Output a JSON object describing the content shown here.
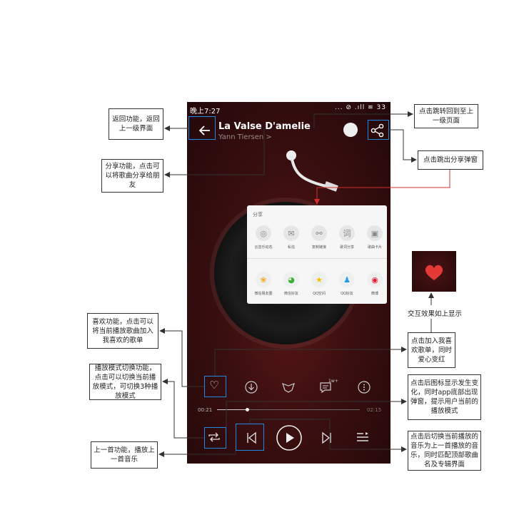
{
  "phone": {
    "status_time": "晚上7:27",
    "status_icons": "... ⊘ .ıll ≋ 33",
    "song_title": "La Valse D'amelie",
    "artist": "Yann Tiersen >",
    "share_panel": {
      "title": "分享",
      "row1": [
        {
          "icon": "netease-music-icon",
          "glyph": "◎",
          "label": "云音乐动态"
        },
        {
          "icon": "mail-icon",
          "glyph": "✉",
          "label": "私信"
        },
        {
          "icon": "link-icon",
          "glyph": "⚯",
          "label": "复制链接"
        },
        {
          "icon": "lyrics-icon",
          "glyph": "词",
          "label": "歌词分享"
        },
        {
          "icon": "image-icon",
          "glyph": "▣",
          "label": "歌曲卡片"
        }
      ],
      "row2": [
        {
          "icon": "wechat-moments-icon",
          "glyph": "❀",
          "label": "微信朋友圈"
        },
        {
          "icon": "wechat-icon",
          "glyph": "◕",
          "label": "微信好友"
        },
        {
          "icon": "qzone-icon",
          "glyph": "★",
          "label": "QQ空间"
        },
        {
          "icon": "qq-icon",
          "glyph": "♟",
          "label": "QQ好友"
        },
        {
          "icon": "weibo-icon",
          "glyph": "◉",
          "label": "微博"
        }
      ]
    },
    "controls": {
      "comment_count": "1w+",
      "time_current": "00:21",
      "time_total": "02:15",
      "progress": 0.21
    }
  },
  "annotations": {
    "back": "返回功能，返回上一级界面",
    "share_func": "分享功能，点击可以将歌曲分享给朋友",
    "jump_back": "点击跳转回到至上一级页面",
    "share_popup": "点击跳出分享弹窗",
    "like_func": "喜欢功能，点击可以将当前播放歌曲加入我喜欢的歌单",
    "mode_func": "播放模式切换功能，点击可以切换当前播放模式，可切换3种播放模式",
    "prev_func": "上一首功能，播放上一首音乐",
    "interaction": "交互效果如上显示",
    "like_effect": "点击加入我喜欢歌单，同时爱心变红",
    "mode_effect": "点击后图标显示发生变化，同时app底部出现弹窗，提示用户当前的播放模式",
    "prev_effect": "点击后切换当前播放的音乐为上一首播放的音乐，同时匹配顶部歌曲名及专辑界面"
  },
  "colors": {
    "highlight": "#1e88e5",
    "arrow_red": "#d32f2f",
    "heart": "#e53935"
  }
}
